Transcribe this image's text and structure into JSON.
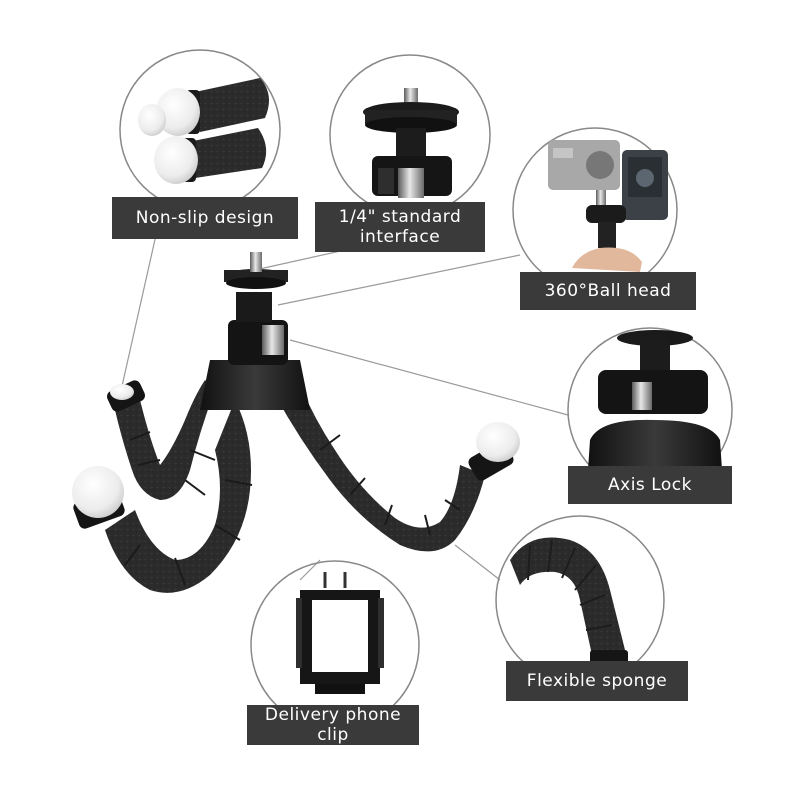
{
  "features": [
    {
      "id": "non-slip",
      "lines": [
        "Non-slip design"
      ]
    },
    {
      "id": "interface",
      "lines": [
        "1/4\" standard",
        "interface"
      ]
    },
    {
      "id": "ball-head",
      "lines": [
        "360°Ball head"
      ]
    },
    {
      "id": "axis-lock",
      "lines": [
        "Axis Lock"
      ]
    },
    {
      "id": "flexible-sponge",
      "lines": [
        "Flexible sponge"
      ]
    },
    {
      "id": "phone-clip",
      "lines": [
        "Delivery phone clip"
      ]
    }
  ],
  "camera_screen_text": "",
  "colors": {
    "label_bg": "#3a3a3a",
    "label_text": "#ffffff",
    "foam": "#2e2e2e",
    "tip": "#f2f2f2",
    "leader": "#9a9a9a"
  }
}
